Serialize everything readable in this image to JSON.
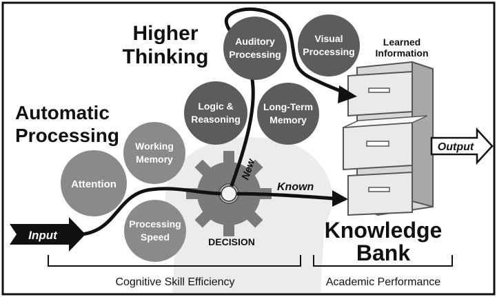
{
  "headings": {
    "higher_line1": "Higher",
    "higher_line2": "Thinking",
    "automatic_line1": "Automatic",
    "automatic_line2": "Processing"
  },
  "skills": [
    {
      "id": "attention",
      "line1": "Attention",
      "line2": ""
    },
    {
      "id": "working-memory",
      "line1": "Working",
      "line2": "Memory"
    },
    {
      "id": "processing-speed",
      "line1": "Processing",
      "line2": "Speed"
    },
    {
      "id": "logic-reasoning",
      "line1": "Logic &",
      "line2": "Reasoning"
    },
    {
      "id": "auditory-processing",
      "line1": "Auditory",
      "line2": "Processing"
    },
    {
      "id": "long-term-memory",
      "line1": "Long-Term",
      "line2": "Memory"
    },
    {
      "id": "visual-processing",
      "line1": "Visual",
      "line2": "Processing"
    }
  ],
  "labels": {
    "learned_line1": "Learned",
    "learned_line2": "Information",
    "input": "Input",
    "output": "Output",
    "new": "New",
    "known": "Known",
    "decision": "DECISION",
    "knowledge_line1": "Knowledge",
    "knowledge_line2": "Bank"
  },
  "footer": {
    "left": "Cognitive Skill Efficiency",
    "right": "Academic Performance"
  },
  "icons": {
    "gear": "gear-icon",
    "cabinet": "file-cabinet-icon"
  },
  "colors": {
    "circle_dark": "#5c5c5c",
    "circle_mid": "#868686",
    "text_dark": "#111111",
    "background_silhouette": "#e9e9e9"
  }
}
